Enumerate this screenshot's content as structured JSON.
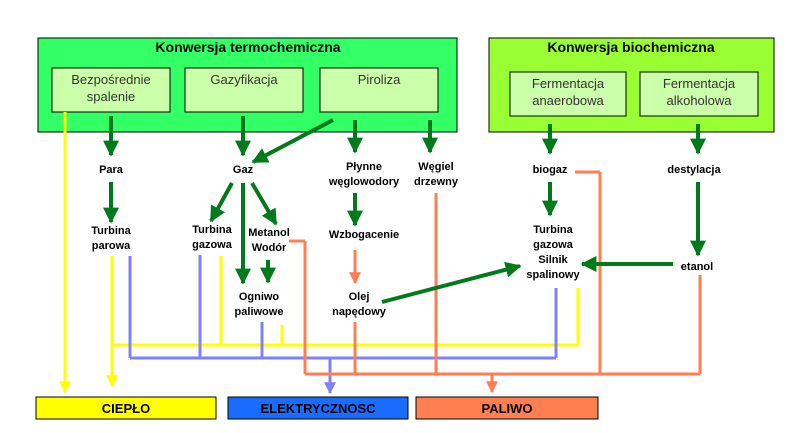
{
  "colors": {
    "green_box": "#33ff66",
    "green_box_bio": "#99ff33",
    "inner_box": "#ccffaa",
    "arrow_green": "#007a1a",
    "yellow": "#ffff00",
    "blue": "#8080ff",
    "orange": "#ff7f50",
    "out_heat": "#ffff00",
    "out_elec": "#1a6cff",
    "out_fuel": "#ff7f50"
  },
  "groups": {
    "thermo": {
      "title": "Konwersja termochemiczna",
      "processes": {
        "direct_line1": "Bezpośrednie",
        "direct_line2": "spalenie",
        "gasification": "Gazyfikacja",
        "pyrolysis": "Piroliza"
      }
    },
    "bio": {
      "title": "Konwersja biochemiczna",
      "processes": {
        "anaerobic_line1": "Fermentacja",
        "anaerobic_line2": "anaerobowa",
        "alcohol_line1": "Fermentacja",
        "alcohol_line2": "alkoholowa"
      }
    }
  },
  "nodes": {
    "steam": "Para",
    "gas": "Gaz",
    "liquid_line1": "Płynne",
    "liquid_line2": "węglowodory",
    "charcoal_line1": "Węgiel",
    "charcoal_line2": "drzewny",
    "biogas": "biogaz",
    "distillation": "destylacja",
    "steam_turbine_line1": "Turbina",
    "steam_turbine_line2": "parowa",
    "gas_turbine_line1": "Turbina",
    "gas_turbine_line2": "gazowa",
    "methanol_line1": "Metanol",
    "methanol_line2": "Wodór",
    "enrichment": "Wzbogacenie",
    "fuel_cells_line1": "Ogniwo",
    "fuel_cells_line2": "paliwowe",
    "diesel_line1": "Olej",
    "diesel_line2": "napędowy",
    "engine_line1": "Turbina",
    "engine_line2": "gazowa",
    "engine_line3": "Silnik",
    "engine_line4": "spalinowy",
    "ethanol": "etanol"
  },
  "outputs": {
    "heat": "CIEPŁO",
    "electricity": "ELEKTRYCZNOSC",
    "fuel": "PALIWO"
  }
}
